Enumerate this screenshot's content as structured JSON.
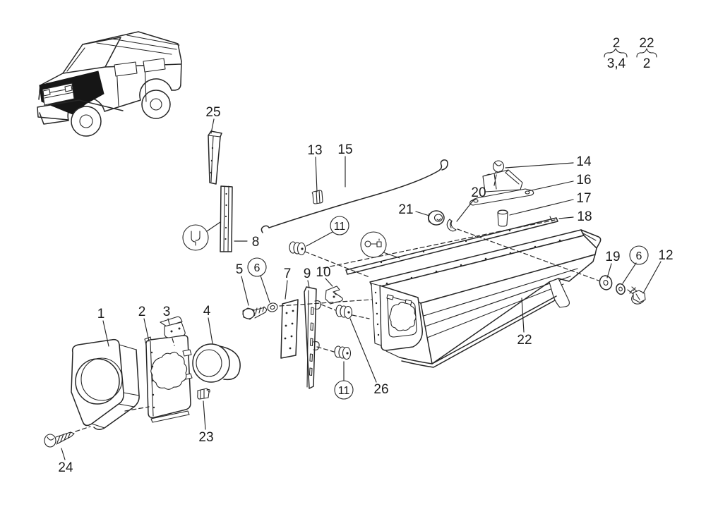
{
  "colors": {
    "ink": "#262626",
    "paper": "#ffffff",
    "fender_highlight": "#161616"
  },
  "callouts": {
    "n1": "1",
    "n2": "2",
    "n3": "3",
    "n4": "4",
    "n5": "5",
    "n7": "7",
    "n8": "8",
    "n9": "9",
    "n10": "10",
    "n12": "12",
    "n13": "13",
    "n14": "14",
    "n15": "15",
    "n16": "16",
    "n17": "17",
    "n18": "18",
    "n19": "19",
    "n20": "20",
    "n21": "21",
    "n22": "22",
    "n23": "23",
    "n24": "24",
    "n25": "25",
    "n26": "26",
    "c6": "6",
    "c11": "11"
  },
  "reference": {
    "g1_top": "2",
    "g1_bottom": "3,4",
    "g2_top": "22",
    "g2_bottom": "2"
  }
}
